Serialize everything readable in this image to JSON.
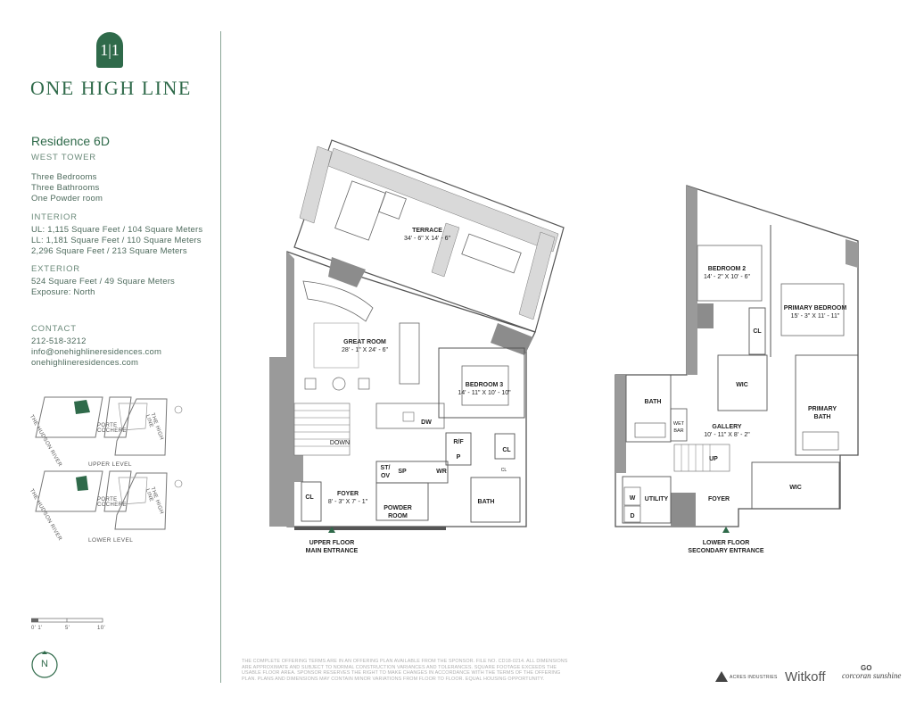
{
  "brand": {
    "monogram": "1|1",
    "name": "ONE HIGH LINE"
  },
  "residence": {
    "title": "Residence 6D",
    "tower": "WEST TOWER",
    "rooms": [
      "Three Bedrooms",
      "Three Bathrooms",
      "One Powder room"
    ]
  },
  "interior": {
    "heading": "INTERIOR",
    "lines": [
      "UL: 1,115 Square Feet / 104 Square Meters",
      "LL: 1,181 Square Feet / 110 Square Meters",
      "2,296 Square Feet / 213 Square Meters"
    ]
  },
  "exterior": {
    "heading": "EXTERIOR",
    "lines": [
      "524 Square Feet / 49 Square Meters",
      "Exposure: North"
    ]
  },
  "contact": {
    "heading": "CONTACT",
    "lines": [
      "212-518-3212",
      "info@onehighlineresidences.com",
      "onehighlineresidences.com"
    ]
  },
  "keyplans": {
    "upper_label": "UPPER LEVEL",
    "lower_label": "LOWER LEVEL",
    "river": "THE HUDSON RIVER",
    "highline": "THE HIGH LINE",
    "porte": "PORTE COCHERE"
  },
  "scale": {
    "labels": [
      "0' 1'",
      "5'",
      "10'"
    ]
  },
  "compass": {
    "letter": "N"
  },
  "upper_plan": {
    "terrace": [
      "TERRACE",
      "34' - 6\" X 14' - 6\""
    ],
    "great_room": [
      "GREAT ROOM",
      "28' - 1\" X 24' - 6\""
    ],
    "bedroom3": [
      "BEDROOM 3",
      "14' - 11\" X 10' - 10\""
    ],
    "foyer": [
      "FOYER",
      "8' - 3\" X 7' - 1\""
    ],
    "powder": [
      "POWDER",
      "ROOM"
    ],
    "bath": "BATH",
    "cl1": "CL",
    "cl2": "CL",
    "cl3": "CL",
    "down": "DOWN",
    "dw": "DW",
    "rf": "R/F",
    "p": "P",
    "stov": [
      "ST/",
      "OV"
    ],
    "sp": "SP",
    "wr": "WR",
    "entrance": [
      "UPPER FLOOR",
      "MAIN ENTRANCE"
    ]
  },
  "lower_plan": {
    "bedroom2": [
      "BEDROOM 2",
      "14' - 2\" X 10' - 6\""
    ],
    "primary_bedroom": [
      "PRIMARY BEDROOM",
      "15' - 3\" X 11' - 11\""
    ],
    "cl": "CL",
    "wic1": "WIC",
    "wic2": "WIC",
    "bath": "BATH",
    "primary_bath": [
      "PRIMARY",
      "BATH"
    ],
    "gallery": [
      "GALLERY",
      "10' - 11\" X 8' - 2\""
    ],
    "wetbar": [
      "WET",
      "BAR"
    ],
    "up": "UP",
    "utility": "UTILITY",
    "w": "W",
    "d": "D",
    "foyer": "FOYER",
    "entrance": [
      "LOWER FLOOR",
      "SECONDARY ENTRANCE"
    ]
  },
  "disclaimer": "THE COMPLETE OFFERING TERMS ARE IN AN OFFERING PLAN AVAILABLE FROM THE SPONSOR. FILE NO. CD18-0214. ALL DIMENSIONS ARE APPROXIMATE AND SUBJECT TO NORMAL CONSTRUCTION VARIANCES AND TOLERANCES. SQUARE FOOTAGE EXCEEDS THE USABLE FLOOR AREA. SPONSOR RESERVES THE RIGHT TO MAKE CHANGES IN ACCORDANCE WITH THE TERMS OF THE OFFERING PLAN. PLANS AND DIMENSIONS MAY CONTAIN MINOR VARIATIONS FROM FLOOR TO FLOOR. EQUAL HOUSING OPPORTUNITY.",
  "partners": {
    "acres": "ACRES INDUSTRIES",
    "witkoff": "Witkoff",
    "corcoran_mark": "GO",
    "corcoran": "corcoran sunshine"
  },
  "colors": {
    "brand_green": "#2f6a4a",
    "wall_gray": "#8c8c8c",
    "line": "#555555"
  }
}
